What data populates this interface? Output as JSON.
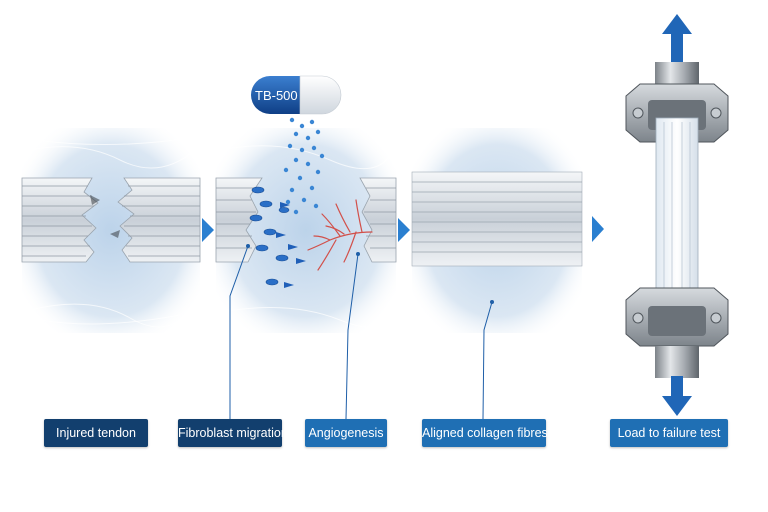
{
  "capsule": {
    "label": "TB-500"
  },
  "labels": {
    "injured": "Injured tendon",
    "fibroblast": "Fibroblast migration",
    "angiogenesis": "Angiogenesis",
    "aligned": "Aligned collagen fibres",
    "load": "Load to failure test"
  },
  "colors": {
    "label_dark": "#123f6e",
    "label_mid": "#1f6fb4",
    "arrow": "#2a7fd0",
    "vessel": "#d2504a"
  },
  "icons": [
    "capsule-icon",
    "arrow-right-icon",
    "arrow-up-icon",
    "arrow-down-icon"
  ]
}
